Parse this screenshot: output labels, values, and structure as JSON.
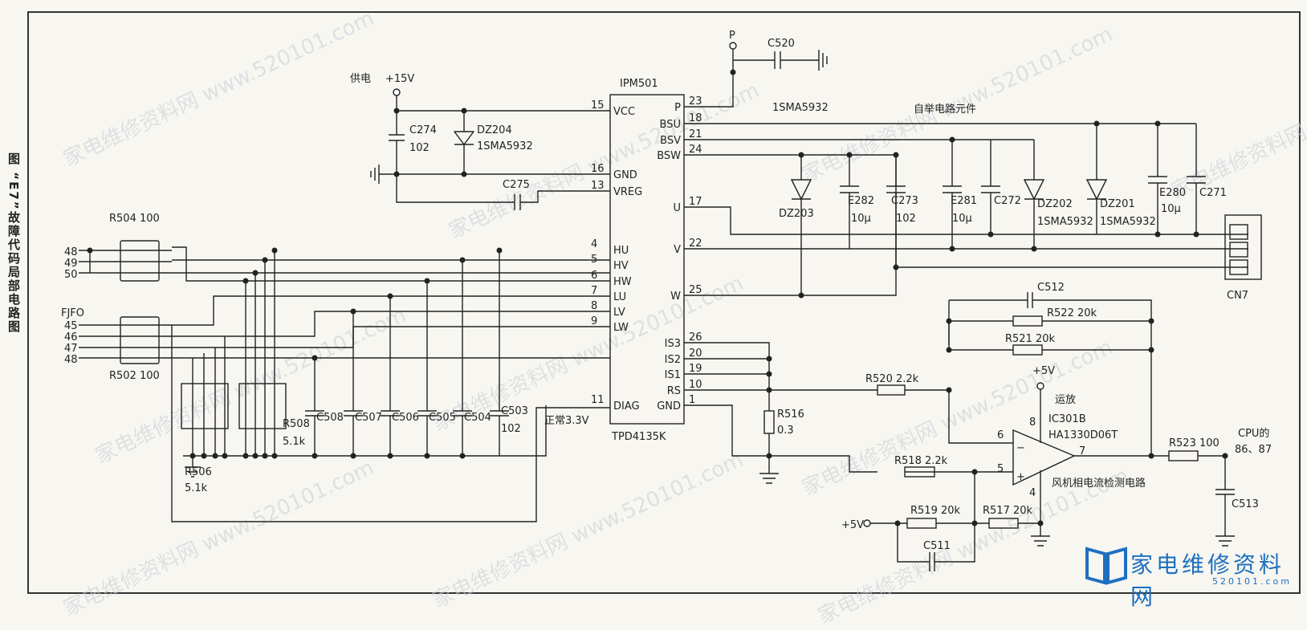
{
  "caption": "图 “E7”故障代码局部电路图",
  "watermark": "家电维修资料网 www.520101.com",
  "logo": {
    "text": "家电维修资料网",
    "sub": "520101.com"
  },
  "power": {
    "label": "供电",
    "rail": "+15V",
    "p_label": "P"
  },
  "ipm": {
    "ref": "IPM501",
    "part": "TPD4135K",
    "left_pins": [
      {
        "num": "15",
        "name": "VCC"
      },
      {
        "num": "16",
        "name": "GND"
      },
      {
        "num": "13",
        "name": "VREG"
      },
      {
        "num": "4",
        "name": "HU"
      },
      {
        "num": "5",
        "name": "HV"
      },
      {
        "num": "6",
        "name": "HW"
      },
      {
        "num": "7",
        "name": "LU"
      },
      {
        "num": "8",
        "name": "LV"
      },
      {
        "num": "9",
        "name": "LW"
      },
      {
        "num": "11",
        "name": "DIAG"
      }
    ],
    "right_pins": [
      {
        "num": "23",
        "name": "P"
      },
      {
        "num": "18",
        "name": "BSU"
      },
      {
        "num": "21",
        "name": "BSV"
      },
      {
        "num": "24",
        "name": "BSW"
      },
      {
        "num": "17",
        "name": "U"
      },
      {
        "num": "22",
        "name": "V"
      },
      {
        "num": "25",
        "name": "W"
      },
      {
        "num": "26",
        "name": "IS3"
      },
      {
        "num": "20",
        "name": "IS2"
      },
      {
        "num": "19",
        "name": "IS1"
      },
      {
        "num": "10",
        "name": "RS"
      },
      {
        "num": "1",
        "name": "GND"
      }
    ]
  },
  "components": {
    "c520": "C520",
    "c274": "C274",
    "c274_val": "102",
    "dz204": "DZ204",
    "dz204_val": "1SMA5932",
    "c275": "C275",
    "top_part": "1SMA5932",
    "bootstrap_note": "自举电路元件",
    "dz203": "DZ203",
    "e282": "E282",
    "e282_val": "10μ",
    "c273": "C273",
    "c273_val": "102",
    "e281": "E281",
    "e281_val": "10μ",
    "c272": "C272",
    "dz202": "DZ202",
    "dz202_val": "1SMA5932",
    "dz201": "DZ201",
    "dz201_val": "1SMA5932",
    "e280": "E280",
    "e280_val": "10μ",
    "c271": "C271",
    "cn7": "CN7",
    "r504": "R504 100",
    "r502": "R502 100",
    "fjfo": "FJFO",
    "r506": "R506",
    "r506_val": "5.1k",
    "r508": "R508",
    "r508_val": "5.1k",
    "c508": "C508",
    "c507": "C507",
    "c506": "C506",
    "c505": "C505",
    "c504": "C504",
    "c503": "C503",
    "c503_val": "102",
    "diag_note": "正常3.3V",
    "r516": "R516",
    "r516_val": "0.3",
    "c512": "C512",
    "r522": "R522 20k",
    "r521": "R521 20k",
    "r520": "R520 2.2k",
    "vcc5": "+5V",
    "opamp_note": "运放",
    "ic301b": "IC301B",
    "ha": "HA1330D06T",
    "r518": "R518 2.2k",
    "r519": "R519 20k",
    "r517": "R517 20k",
    "c511": "C511",
    "vin5": "+5V",
    "r523": "R523 100",
    "cpu1": "CPU的",
    "cpu2": "86、87",
    "c513": "C513",
    "detect_note": "风机相电流检测电路",
    "op_pin8": "8",
    "op_pin6": "6",
    "op_pin5": "5",
    "op_pin4": "4",
    "op_pin7": "7"
  },
  "connector_pins_top": [
    "48",
    "49",
    "50"
  ],
  "connector_pins_bottom": [
    "45",
    "46",
    "47",
    "48"
  ]
}
